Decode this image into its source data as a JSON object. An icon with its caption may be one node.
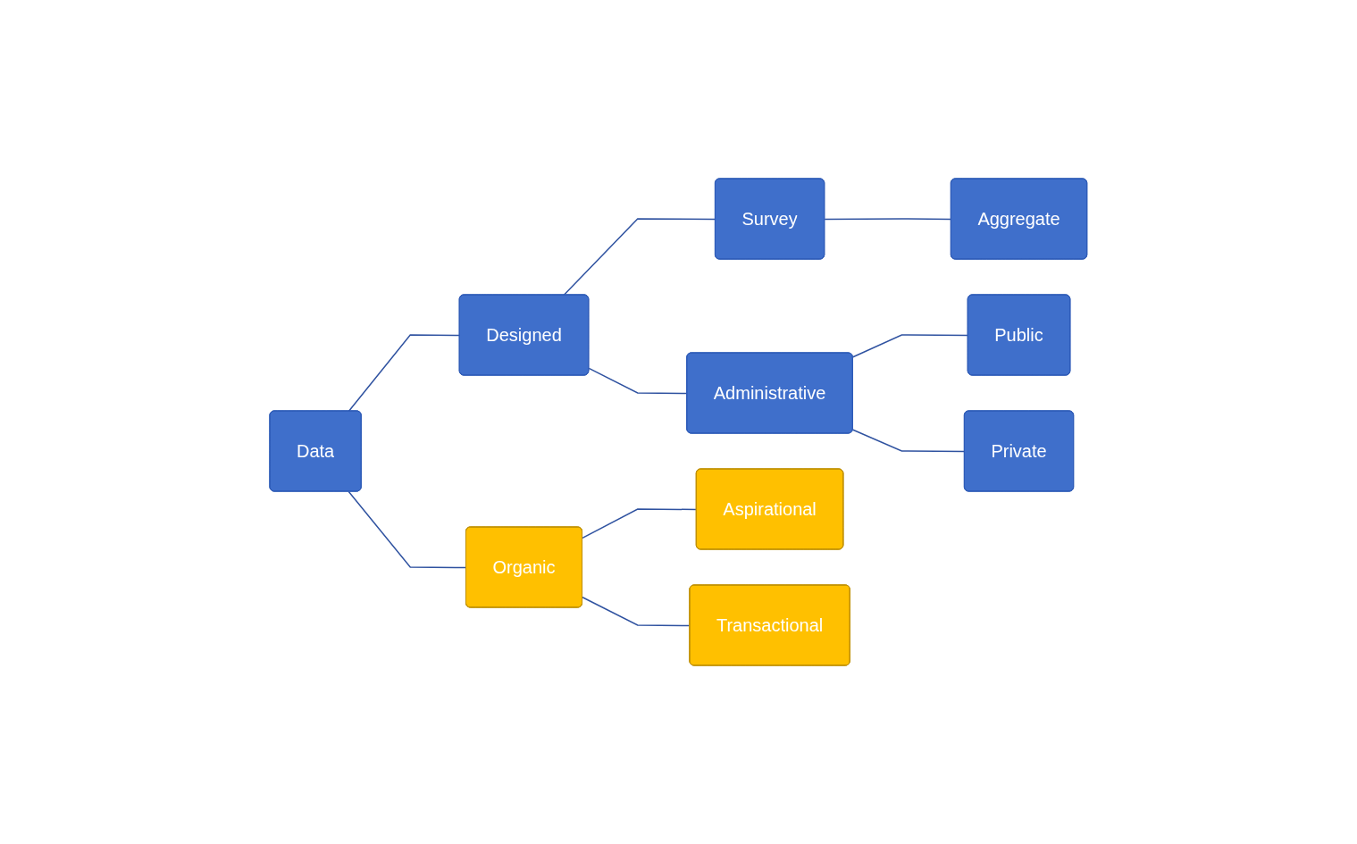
{
  "diagram": {
    "nodes": [
      {
        "text": [
          "Data"
        ]
      },
      {
        "text": [
          "Designed"
        ]
      },
      {
        "text": [
          "Organic"
        ]
      },
      {
        "text": [
          "Survey"
        ]
      },
      {
        "text": [
          "Administrative"
        ]
      },
      {
        "text": [
          "Aggregate"
        ]
      },
      {
        "text": [
          "Public"
        ]
      },
      {
        "text": [
          "Private"
        ]
      },
      {
        "text": [
          "Aspirational"
        ]
      },
      {
        "text": [
          "Transactional"
        ]
      }
    ],
    "edges": [
      {
        "from": 0,
        "to": 1,
        "arrow": "none"
      },
      {
        "from": 0,
        "to": 2,
        "arrow": "none"
      },
      {
        "from": 1,
        "to": 3,
        "arrow": "none"
      },
      {
        "from": 1,
        "to": 4,
        "arrow": "none"
      },
      {
        "from": 3,
        "to": 5,
        "arrow": "none"
      },
      {
        "from": 4,
        "to": 6,
        "arrow": "none"
      },
      {
        "from": 4,
        "to": 7,
        "arrow": "none"
      },
      {
        "from": 2,
        "to": 8,
        "arrow": "none"
      },
      {
        "from": 2,
        "to": 9,
        "arrow": "none"
      }
    ]
  }
}
